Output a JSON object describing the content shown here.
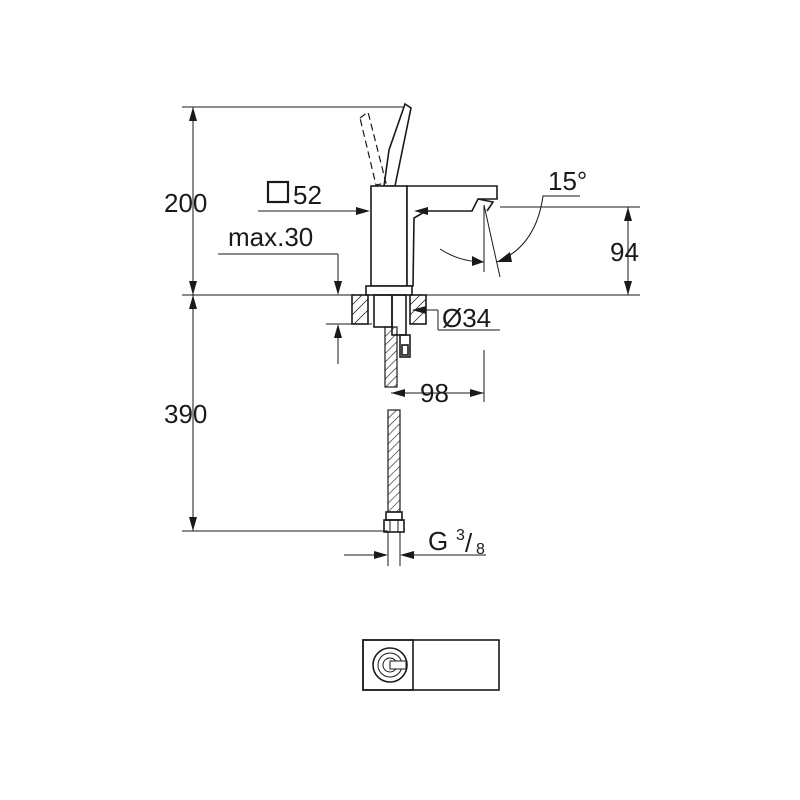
{
  "dimensions": {
    "height_above": "200",
    "height_below": "390",
    "square_prefix_symbol": "square-icon",
    "square_size": "52",
    "max_thickness": "max.30",
    "angle": "15°",
    "spout_height": "94",
    "diameter": "Ø34",
    "reach": "98",
    "thread_prefix": "G",
    "thread_numerator": "3",
    "thread_denominator": "8"
  },
  "colors": {
    "line": "#1a1a1a",
    "background": "#ffffff"
  }
}
